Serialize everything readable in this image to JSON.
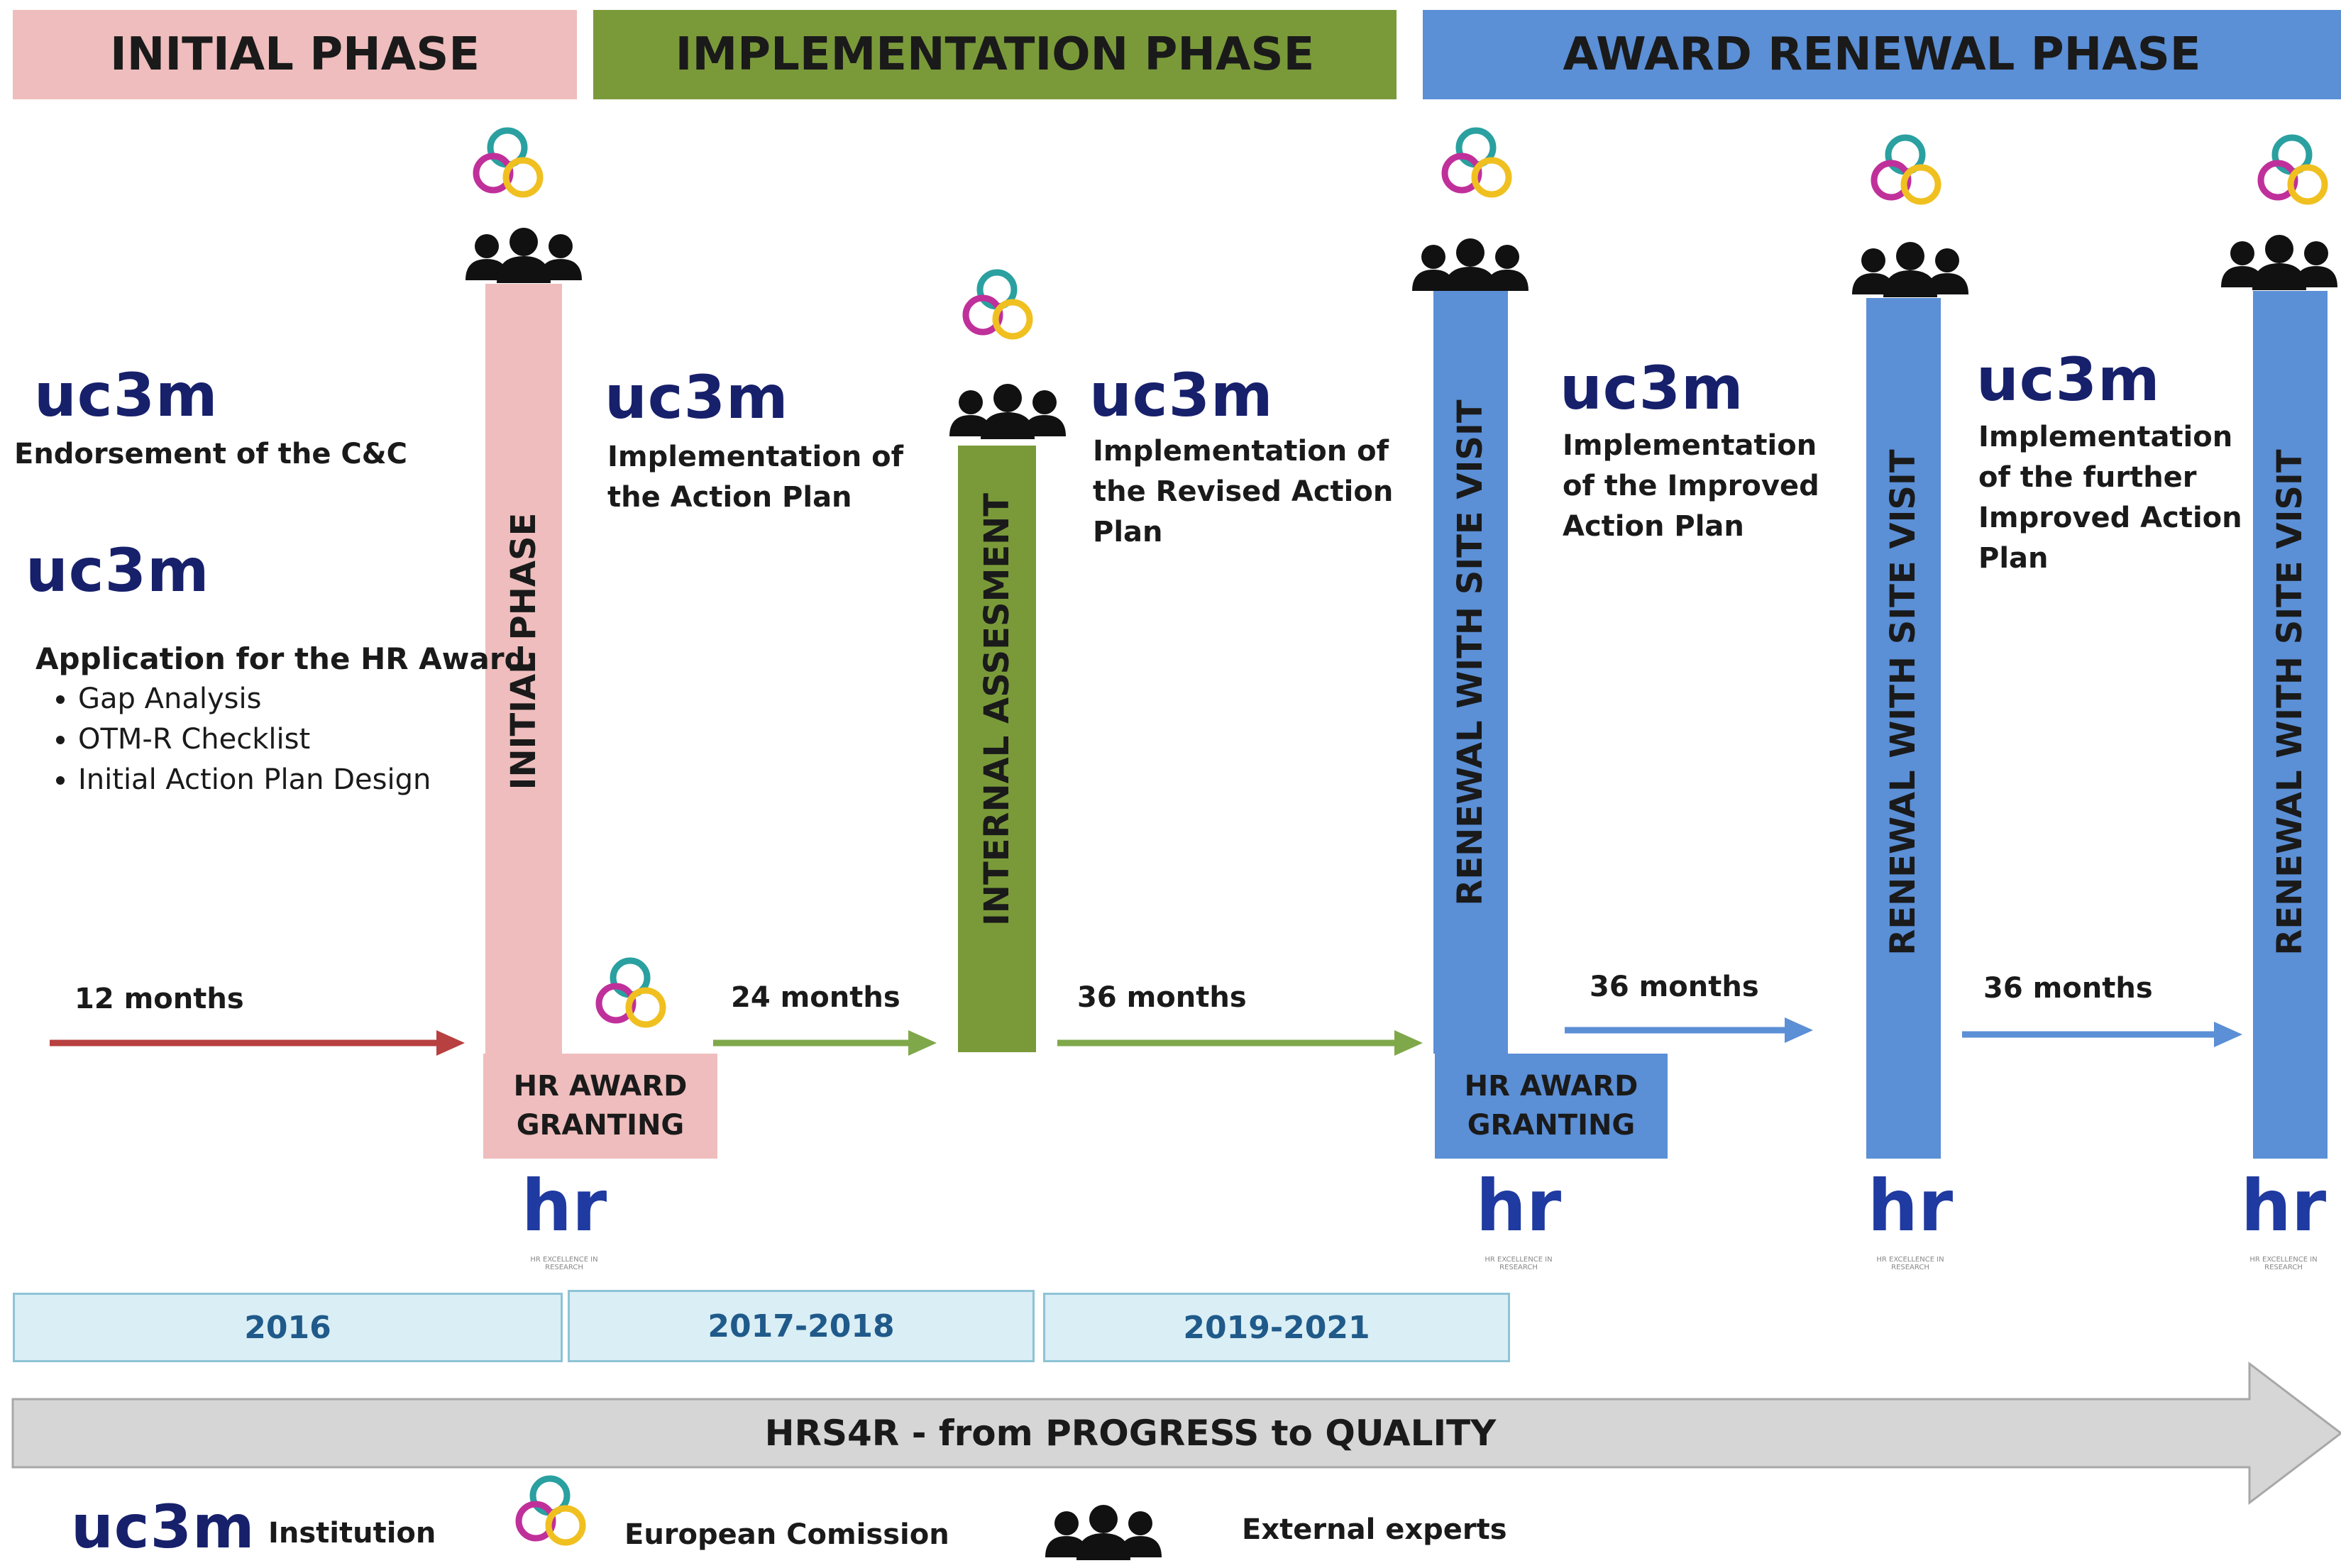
{
  "phases": {
    "initial": {
      "label": "INITIAL PHASE",
      "color": "#f0c0c0"
    },
    "implementation": {
      "label": "IMPLEMENTATION PHASE",
      "color": "#7a9a3a"
    },
    "renewal": {
      "label": "AWARD RENEWAL PHASE",
      "color": "#5b8fd6"
    }
  },
  "vertical_bars": {
    "initial": "INITIAL PHASE",
    "internal": "INTERNAL ASSESMENT",
    "renewal1": "RENEWAL WITH SITE VISIT",
    "renewal2": "RENEWAL WITH SITE VISIT",
    "renewal3": "RENEWAL WITH SITE VISIT"
  },
  "institution_logo": "uc3m",
  "blocks": {
    "endorsement": "Endorsement of the C&C",
    "application_title": "Application for the HR Award:",
    "application_items": [
      "Gap Analysis",
      "OTM-R Checklist",
      "Initial Action Plan Design"
    ],
    "impl1": [
      "Implementation of",
      "the Action Plan"
    ],
    "impl2": [
      "Implementation of",
      "the Revised Action",
      "Plan"
    ],
    "impl3": [
      "Implementation",
      "of the Improved",
      "Action Plan"
    ],
    "impl4": [
      "Implementation",
      "of the further",
      "Improved Action",
      "Plan"
    ]
  },
  "durations": [
    "12 months",
    "24 months",
    "36 months",
    "36 months",
    "36 months"
  ],
  "granting": [
    "HR AWARD",
    "GRANTING"
  ],
  "hr_logo": {
    "mark": "hr",
    "sub": "HR EXCELLENCE IN RESEARCH"
  },
  "years": [
    "2016",
    "2017-2018",
    "2019-2021"
  ],
  "banner": "HRS4R - from PROGRESS to QUALITY",
  "legend": {
    "institution": "Institution",
    "commission": "European Comission",
    "experts": "External experts"
  },
  "colors": {
    "pink": "#efbdbd",
    "green": "#7a9a3a",
    "blue": "#5b8fd6",
    "navy": "#17206b",
    "arrow_red": "#b84040",
    "arrow_green": "#7fa84a",
    "arrow_blue": "#5b8fd6"
  }
}
